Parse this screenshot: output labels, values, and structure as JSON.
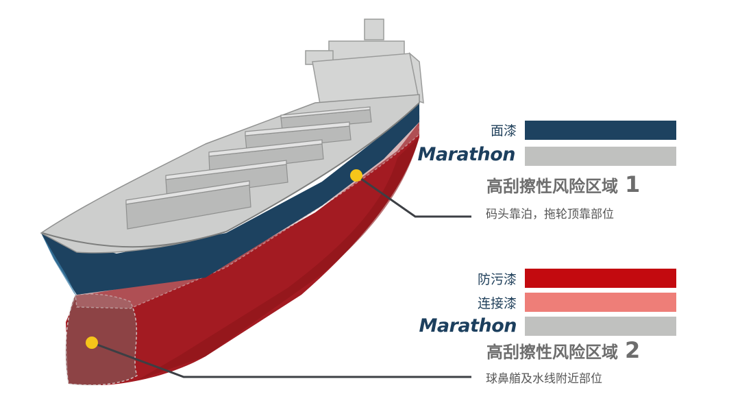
{
  "zone1": {
    "topcoat_label": "面漆",
    "brand": "Marathon",
    "title": "高刮擦性风险区域",
    "number": "1",
    "description": "码头靠泊，拖轮顶靠部位"
  },
  "zone2": {
    "antifouling_label": "防污漆",
    "tiecoat_label": "连接漆",
    "brand": "Marathon",
    "title": "高刮擦性风险区域",
    "number": "2",
    "description": "球鼻艏及水线附近部位"
  },
  "colors": {
    "topcoat": "#1d4260",
    "marathon": "#c0c1bf",
    "antifouling": "#c30a0f",
    "tiecoat": "#ee7e78",
    "marker": "#f5c51a",
    "leader": "#3c3f44",
    "hull_red": "#a31b22",
    "hull_blue": "#1d4260",
    "deck": "#cfd0cf"
  }
}
